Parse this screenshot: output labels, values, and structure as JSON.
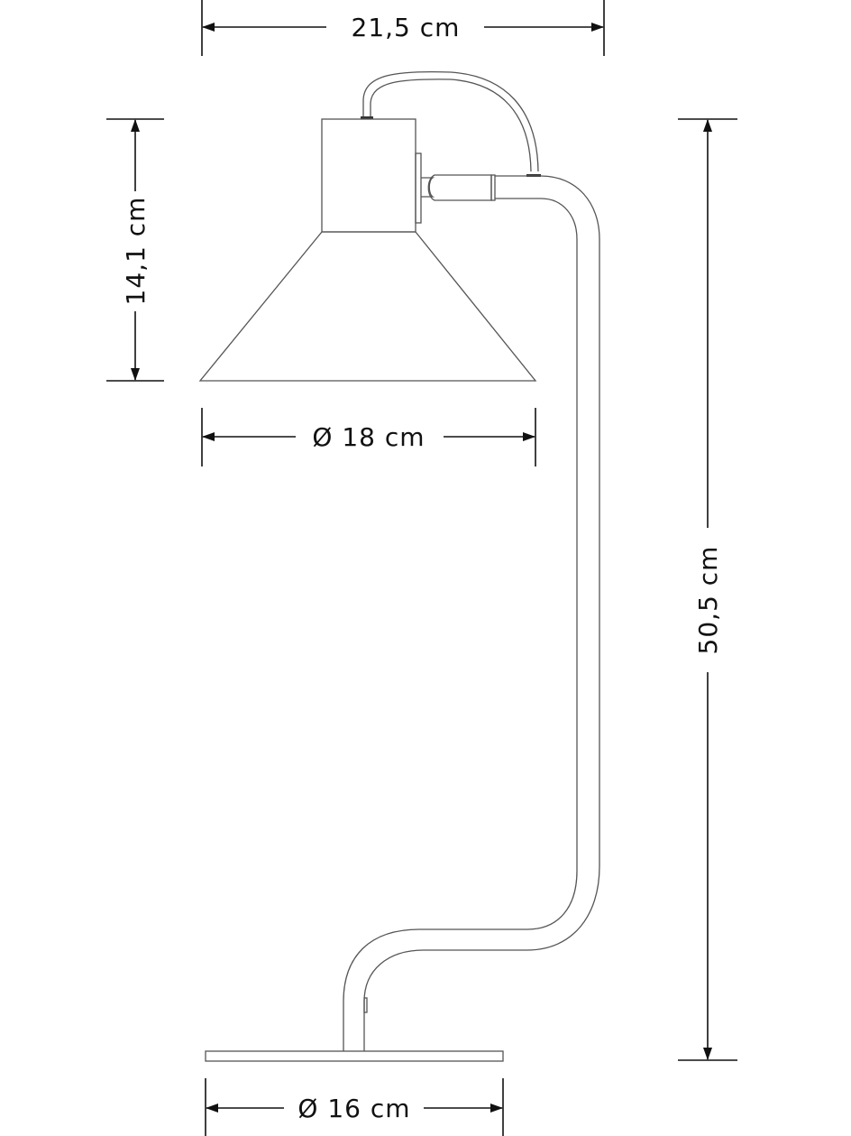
{
  "title": "Table lamp dimension drawing",
  "dimensions": {
    "total_width": "21,5 cm",
    "shade_height": "14,1 cm",
    "shade_diameter": "Ø 18 cm",
    "total_height": "50,5 cm",
    "base_diameter": "Ø 16 cm"
  },
  "colors": {
    "line": "#555555",
    "dimension": "#111111"
  }
}
